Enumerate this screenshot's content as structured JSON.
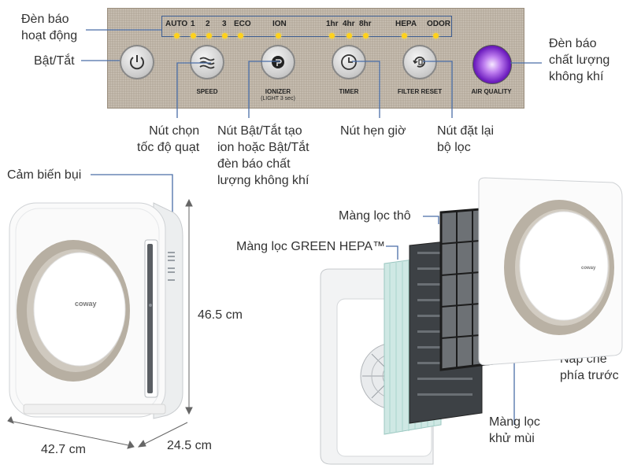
{
  "panel": {
    "indicators": {
      "auto": "AUTO",
      "s1": "1",
      "s2": "2",
      "s3": "3",
      "eco": "ECO",
      "ion": "ION",
      "t1": "1hr",
      "t4": "4hr",
      "t8": "8hr",
      "hepa": "HEPA",
      "odor": "ODOR"
    },
    "buttons": {
      "speed": "SPEED",
      "ionizer": "IONIZER",
      "ionizer_sub": "(LIGHT 3 sec)",
      "timer": "TIMER",
      "filter_reset": "FILTER RESET",
      "air_quality": "AIR QUALITY"
    },
    "colors": {
      "panel": "#b4aa9c",
      "led": "#ffd21c",
      "leader_line": "#4a6ea8",
      "air_quality_light": "#8a3ad8"
    }
  },
  "labels": {
    "status_light": "Đèn báo\nhoạt động",
    "power": "Bật/Tắt",
    "air_quality_light": "Đèn báo\nchất lượng\nkhông khí",
    "fan_speed": "Nút chọn\ntốc độ quạt",
    "ionizer_button": "Nút Bật/Tắt tạo\nion hoặc Bật/Tắt\nđèn báo chất\nlượng không khí",
    "timer_button": "Nút hẹn giờ",
    "filter_reset_button": "Nút đặt lại\nbộ lọc",
    "dust_sensor": "Cảm biến bụi",
    "coarse_filter": "Màng lọc thô",
    "hepa_filter": "Màng lọc GREEN HEPA™",
    "front_cover": "Nắp che\nphía trước",
    "deodorizing_filter": "Màng lọc\nkhử mùi"
  },
  "dimensions": {
    "height": "46.5 cm",
    "width": "42.7 cm",
    "depth": "24.5 cm"
  },
  "brand": "coway"
}
